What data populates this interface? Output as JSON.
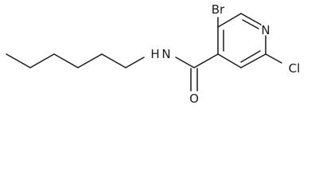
{
  "structure": {
    "atoms": {
      "br": "Br",
      "n_ring": "N",
      "cl": "Cl",
      "n_amide": "N",
      "h_amide": "H",
      "o": "O"
    }
  }
}
